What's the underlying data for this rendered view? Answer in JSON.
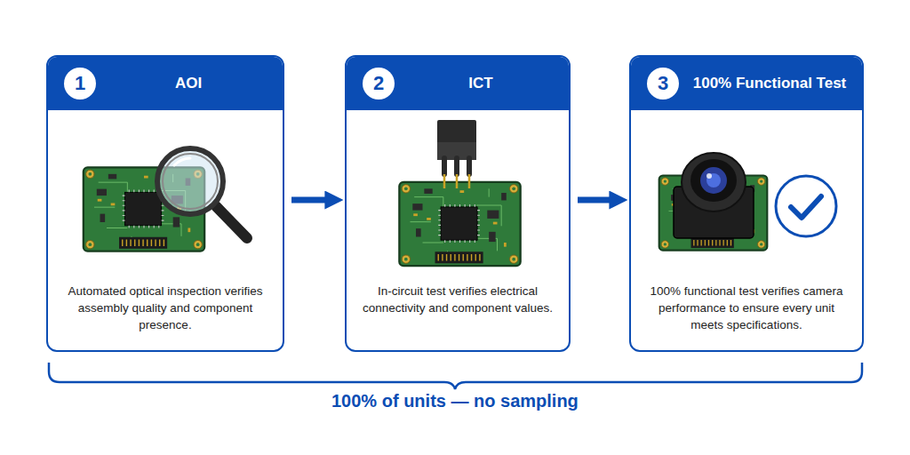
{
  "diagram": {
    "nodes": [
      {
        "text": [
          "1",
          "AOI",
          "Automated optical inspection verifies assembly quality and component presence."
        ]
      },
      {
        "text": [
          "2",
          "ICT",
          "In-circuit test verifies electrical connectivity and component values."
        ]
      },
      {
        "text": [
          "3",
          "100% Functional Test",
          "100% functional test verifies camera performance to ensure every unit meets specifications."
        ]
      }
    ],
    "edges": [
      {
        "from": 0,
        "to": 1,
        "arrow": "to"
      },
      {
        "from": 1,
        "to": 2,
        "arrow": "to"
      }
    ],
    "labels": [
      "100% of units — no sampling"
    ]
  }
}
